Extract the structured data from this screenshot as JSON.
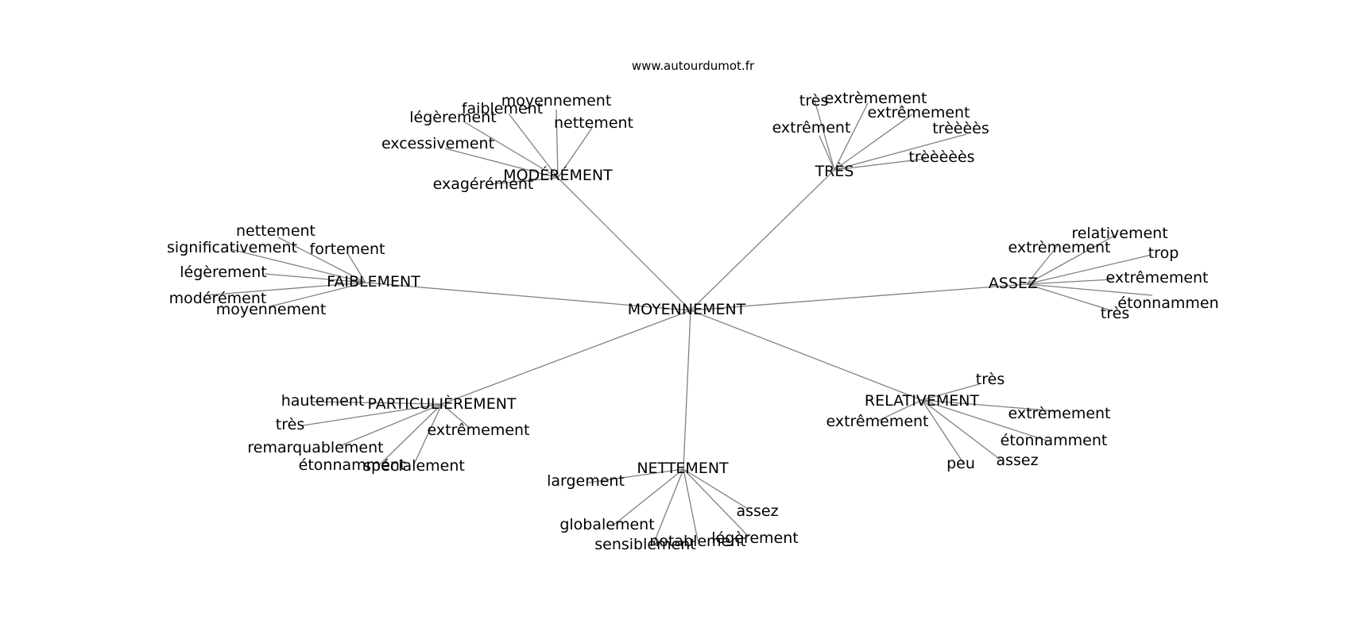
{
  "site": "www.autourdumot.fr",
  "root": "MOYENNEMENT",
  "groups": [
    {
      "label": "MODÉRÉMENT",
      "leaves": [
        "moyennement",
        "faiblement",
        "légèrement",
        "nettement",
        "excessivement",
        "exagérément"
      ]
    },
    {
      "label": "TRÈS",
      "leaves": [
        "très",
        "extrèmement",
        "extrêmement",
        "extrêment",
        "trèèèès",
        "trèèèèès"
      ]
    },
    {
      "label": "ASSEZ",
      "leaves": [
        "relativement",
        "extrèmement",
        "trop",
        "extrêmement",
        "étonnammen",
        "très"
      ]
    },
    {
      "label": "FAIBLEMENT",
      "leaves": [
        "nettement",
        "significativement",
        "fortement",
        "légèrement",
        "modérément",
        "moyennement"
      ]
    },
    {
      "label": "PARTICULIÈREMENT",
      "leaves": [
        "hautement",
        "très",
        "extrêmement",
        "remarquablement",
        "étonnamment",
        "spécialement"
      ]
    },
    {
      "label": "RELATIVEMENT",
      "leaves": [
        "très",
        "extrèmement",
        "extrêmement",
        "étonnamment",
        "peu",
        "assez"
      ]
    },
    {
      "label": "NETTEMENT",
      "leaves": [
        "largement",
        "globalement",
        "sensiblement",
        "notablement",
        "assez",
        "légèrement"
      ]
    }
  ]
}
